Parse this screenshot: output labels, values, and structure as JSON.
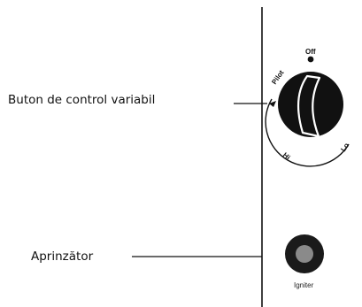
{
  "callouts": {
    "knob_label": "Buton de control variabil",
    "igniter_label": "Aprinzător"
  },
  "knob_dial": {
    "off": "Off",
    "pilot": "Pilot",
    "hi": "Hi",
    "lo": "Lo"
  },
  "igniter": {
    "caption": "Igniter"
  },
  "colors": {
    "ink": "#111111",
    "igniter_ring": "#1a1a1a",
    "igniter_center": "#8a8a8a"
  }
}
